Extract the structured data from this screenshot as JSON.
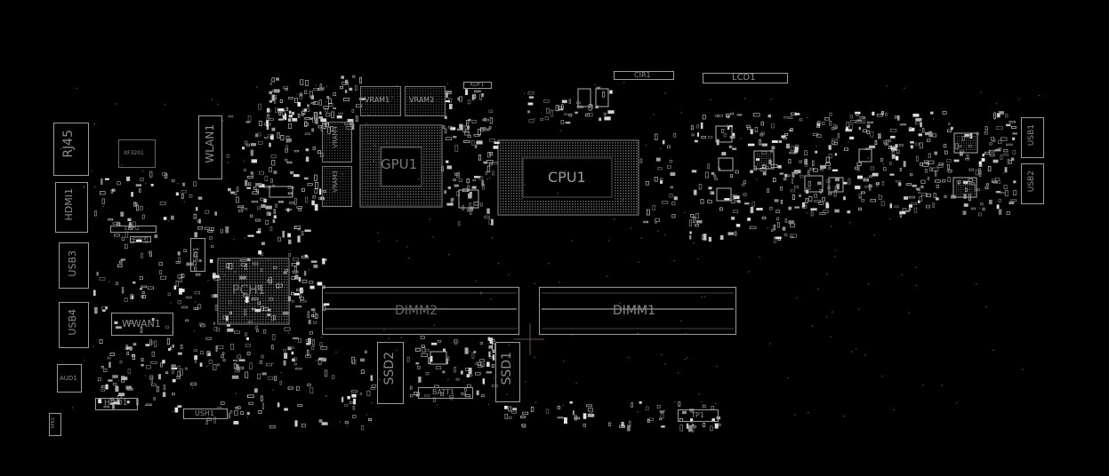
{
  "components": {
    "cir1": "CIR1",
    "lcd1": "LCD1",
    "xdp1": "XDP1",
    "vram1": "VRAM1",
    "vram2": "VRAM2",
    "vram3": "VRAM3",
    "vram4": "VRAM4",
    "gpu1": "GPU1",
    "cpu1": "CPU1",
    "rj45": "RJ45",
    "xf3201": "XF3201",
    "wlan1": "WLAN1",
    "hdmi1": "HDMI1",
    "espi2": "ESPI2",
    "espi1": "ESPI1",
    "usb3": "USB3",
    "spi1": "SPI1",
    "pch1": "PCH1",
    "usb4": "USB4",
    "wwan1": "WWAN1",
    "dimm2": "DIMM2",
    "dimm1": "DIMM1",
    "aud1": "AUD1",
    "hdd1": "HDD1",
    "ush1": "USH1",
    "ssd2": "SSD2",
    "batt1": "BATT1",
    "ssd1": "SSD1",
    "tp1": "TP1",
    "usb1": "USB1",
    "usb2": "USB2",
    "spk1": "SPK1"
  }
}
